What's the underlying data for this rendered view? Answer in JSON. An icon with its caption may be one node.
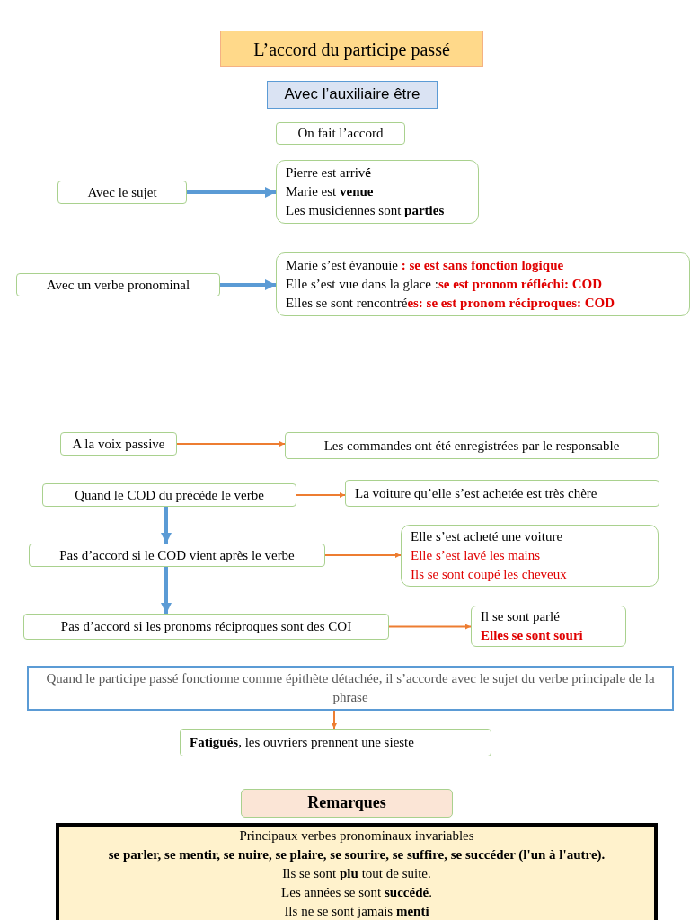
{
  "diagram": {
    "nodes": [
      {
        "text": [
          "L’accord du participe passé"
        ]
      },
      {
        "text": [
          "Avec l’auxiliaire être"
        ]
      },
      {
        "text": [
          "On fait l’accord"
        ]
      },
      {
        "text": [
          "Avec le sujet"
        ]
      },
      {
        "text": [
          "Pierre est arriv**é**",
          "Marie est **venue**",
          "Les musiciennes sont **parties**"
        ]
      },
      {
        "text": [
          "Avec un verbe pronominal"
        ]
      },
      {
        "text": [
          "Marie s’est évanouie **: se est sans fonction logique**",
          "Elle s’est vue dans la glace :**se est pronom réfléchi: COD**",
          "Elles se sont rencontré**es: se est pronom réciproques: COD**"
        ]
      },
      {
        "text": [
          "A la voix passive"
        ]
      },
      {
        "text": [
          "Les commandes ont été enregistrées par le responsable"
        ]
      },
      {
        "text": [
          "Quand le COD du précède le verbe"
        ]
      },
      {
        "text": [
          "La voiture qu’elle s’est achetée est très chère"
        ]
      },
      {
        "text": [
          "Pas d’accord si le COD vient après le verbe"
        ]
      },
      {
        "text": [
          "Elle s’est acheté une voiture",
          "Elle s’est lavé les mains",
          "Ils se sont coupé les cheveux"
        ]
      },
      {
        "text": [
          "Pas d’accord si les pronoms réciproques sont des COI"
        ]
      },
      {
        "text": [
          "Il se sont parlé",
          "Elles se sont souri"
        ]
      },
      {
        "text": [
          "Quand le participe passé fonctionne comme épithète détachée, il s’accorde avec le sujet du verbe principale de la phrase"
        ]
      },
      {
        "text": [
          "**Fatigués**, les ouvriers prennent une sieste"
        ]
      },
      {
        "text": [
          "Remarques"
        ]
      },
      {
        "text": [
          "Principaux verbes pronominaux invariables",
          "se parler, se mentir, se nuire, se plaire, se sourire, se suffire, se succéder (l'un à l'autre).",
          "Ils se sont **plu** tout de suite.",
          "Les années se sont **succédé**.",
          "Ils ne se sont jamais **menti**"
        ]
      }
    ],
    "edges": [
      {
        "from": 3,
        "to": 4,
        "arrow": "to",
        "style": "thick",
        "color": "#5b9bd5"
      },
      {
        "from": 5,
        "to": 6,
        "arrow": "to",
        "style": "thick",
        "color": "#5b9bd5"
      },
      {
        "from": 7,
        "to": 8,
        "arrow": "to"
      },
      {
        "from": 9,
        "to": 10,
        "arrow": "to"
      },
      {
        "from": 9,
        "to": 11,
        "arrow": "to",
        "style": "thick",
        "color": "#5b9bd5"
      },
      {
        "from": 11,
        "to": 12,
        "arrow": "to"
      },
      {
        "from": 11,
        "to": 13,
        "arrow": "to",
        "style": "thick",
        "color": "#5b9bd5"
      },
      {
        "from": 13,
        "to": 14,
        "arrow": "to"
      },
      {
        "from": 15,
        "to": 16,
        "arrow": "to"
      }
    ]
  }
}
